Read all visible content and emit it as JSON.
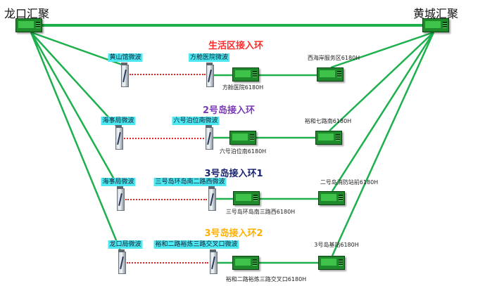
{
  "nodes": {
    "left": "龙口汇聚",
    "right": "黄城汇聚"
  },
  "colors": {
    "link_green": "#1db04d",
    "radio_link_red": "#e52424",
    "ring1": "#ff2a2a",
    "ring2": "#7b3ab8",
    "ring3": "#1b2470",
    "ring4": "#ffb000"
  },
  "rings": [
    {
      "title": "生活区接入环",
      "mw_left": "黄山馆微波",
      "mw_right": "方舱医院微波",
      "eq_mid": "方舱医院6180H",
      "eq_right": "西海岸服务区6180H"
    },
    {
      "title": "2号岛接入环",
      "mw_left": "海事局微波",
      "mw_right": "六号泊位南微波",
      "eq_mid": "六号泊位南6180H",
      "eq_right": "裕和七路南6180H"
    },
    {
      "title": "3号岛接入环1",
      "mw_left": "海事局微波",
      "mw_right": "三号岛环岛南二路西微波",
      "eq_mid": "三号岛环岛南三路西6180H",
      "eq_right": "二号岛消防站前6180H"
    },
    {
      "title": "3号岛接入环2",
      "mw_left": "龙口局微波",
      "mw_right": "裕和二路裕炼三路交叉口微波",
      "eq_mid": "裕和二路裕炼三路交叉口6180H",
      "eq_right": "3号岛基站6180H"
    }
  ]
}
